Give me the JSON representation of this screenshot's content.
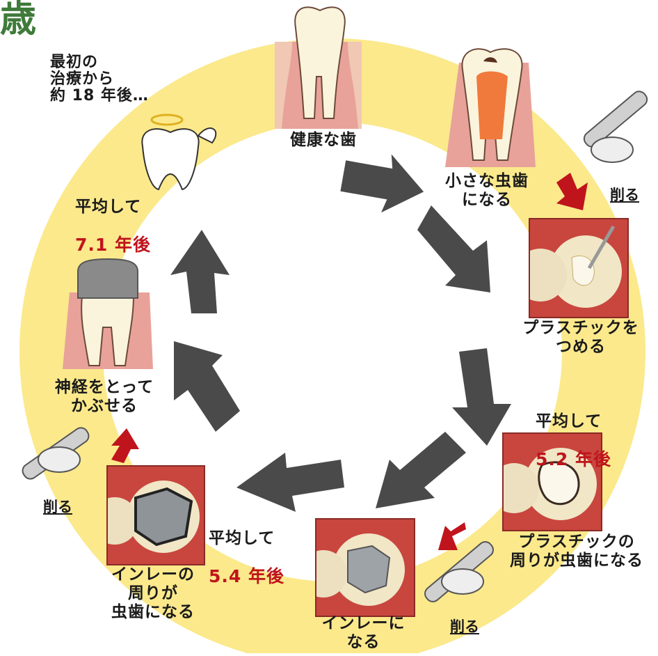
{
  "corner_char": "歳",
  "intro": "最初の\n治療から\n約 18 年後…",
  "stages": {
    "healthy": "健康な歯",
    "small_cavity": "小さな虫歯\nになる",
    "plastic_fill": "プラスチックを\nつめる",
    "plastic_decay": "プラスチックの\n周りが虫歯になる",
    "inlay": "インレーに\nなる",
    "inlay_decay": "インレーの\n周りが\n虫歯になる",
    "crown": "神経をとって\nかぶせる"
  },
  "intervals": [
    {
      "label": "平均して",
      "value": "5.2 年後"
    },
    {
      "label": "平均して",
      "value": "5.4 年後"
    },
    {
      "label": "平均して",
      "value": "7.1 年後"
    }
  ],
  "action": "削る",
  "colors": {
    "ring": "#fbe98c",
    "arrow": "#4a4a4a",
    "accent": "#c0141c",
    "gum": "#e8a29a"
  },
  "icons": [
    "tooth-icon",
    "dental-drill-icon",
    "angel-tooth-icon",
    "arrow-icon"
  ]
}
